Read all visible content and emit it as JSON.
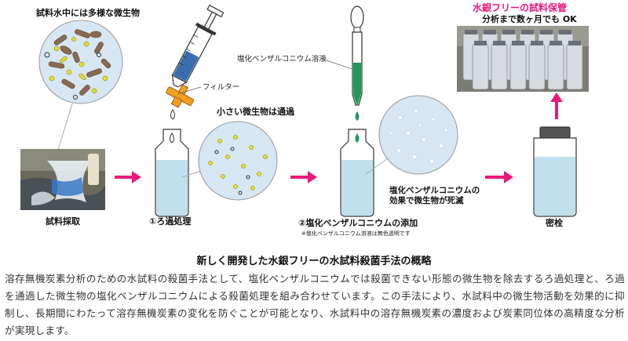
{
  "labels": {
    "microbes_in_sample": "試料水中には多様な微生物",
    "filter": "フィルター",
    "small_microbes_pass": "小さい微生物は通過",
    "bac_solution": "塩化ベンザルコニウム溶液",
    "bac_kills": "塩化ベンザルコニウムの",
    "bac_kills_line2": "効果で微生物が死滅",
    "mercury_free_storage": "水銀フリーの試料保管",
    "months_ok": "分析まで数ヶ月でも OK",
    "sampling": "試料採取",
    "filtration": "①ろ過処理",
    "bac_addition": "②塩化ベンザルコニウムの添加",
    "bac_note": "※塩化ベンザルコニウム溶液は無色透明です",
    "seal": "密栓"
  },
  "caption": "新しく開発した水銀フリーの水試料殺菌手法の概略",
  "description": "溶存無機炭素分析のための水試料の殺菌手法として、塩化ベンザルコニウムでは殺菌できない形態の微生物を除去するろ過処理と、ろ過を通過した微生物の塩化ベンザルコニウムによる殺菌処理を組み合わせています。この手法により、水試料中の微生物活動を効果的に抑制し、長期間にわたって溶存無機炭素の変化を防ぐことが可能となり、水試料中の溶存無機炭素の濃度および炭素同位体の高精度な分析が実現します。",
  "colors": {
    "arrow": "#e8197d",
    "water": "#bfe0ec",
    "circle_fill": "#d6e6f2",
    "filter": "#f0a020",
    "pipette": "#1f9a5a",
    "highlight_text": "#e8197d"
  },
  "icons": [
    "syringe-icon",
    "pipette-icon",
    "bottle-icon",
    "arrow-icon"
  ]
}
